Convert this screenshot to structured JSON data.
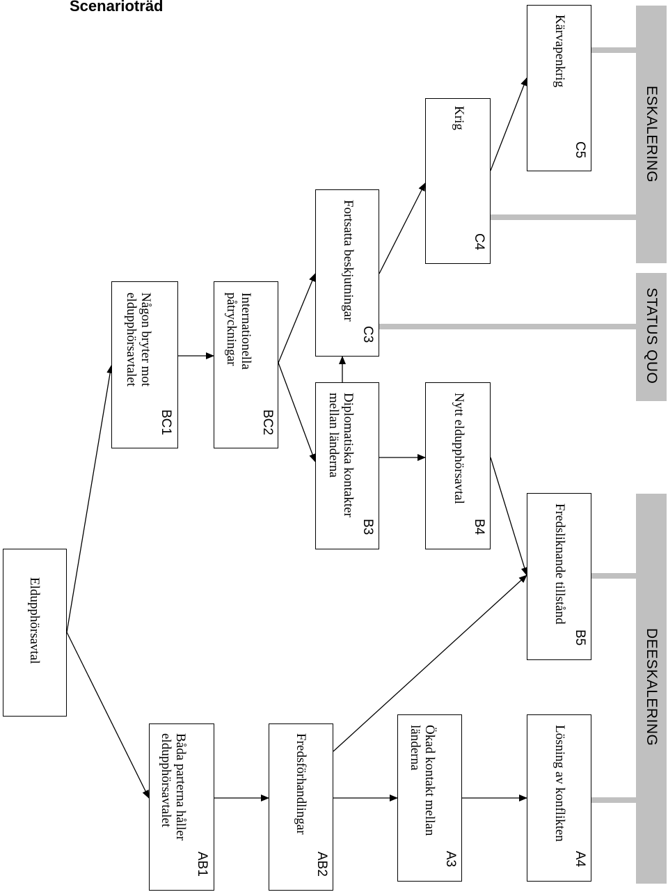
{
  "title": "Scenarioträd",
  "bands": {
    "eskalering": "ESKALERING",
    "status_quo": "STATUS QUO",
    "deeskalering": "DEESKALERING"
  },
  "nodes": {
    "root": {
      "text": "Eldupphörsavtal"
    },
    "bc1": {
      "id": "BC1",
      "line1": "Någon bryter mot",
      "line2": "eldupphörsavtalet"
    },
    "bc2": {
      "id": "BC2",
      "line1": "Internationella",
      "line2": "påtryckningar"
    },
    "c3": {
      "id": "C3",
      "line1": "Fortsatta beskjutningar"
    },
    "c4": {
      "id": "C4",
      "line1": "Krig"
    },
    "c5": {
      "id": "C5",
      "line1": "Kärvapenkrig"
    },
    "b3": {
      "id": "B3",
      "line1": "Diplomatiska kontakter",
      "line2": "mellan länderna"
    },
    "b4": {
      "id": "B4",
      "line1": "Nytt eldupphörsavtal"
    },
    "b5": {
      "id": "B5",
      "line1": "Fredsliknande tillstånd"
    },
    "ab1": {
      "id": "AB1",
      "line1": "Båda parterna håller",
      "line2": "eldupphörsavtalet"
    },
    "ab2": {
      "id": "AB2",
      "line1": "Fredsförhandlingar"
    },
    "a3": {
      "id": "A3",
      "line1": "Ökad kontakt mellan",
      "line2": "länderna"
    },
    "a4": {
      "id": "A4",
      "line1": "Lösning av konflikten"
    }
  }
}
